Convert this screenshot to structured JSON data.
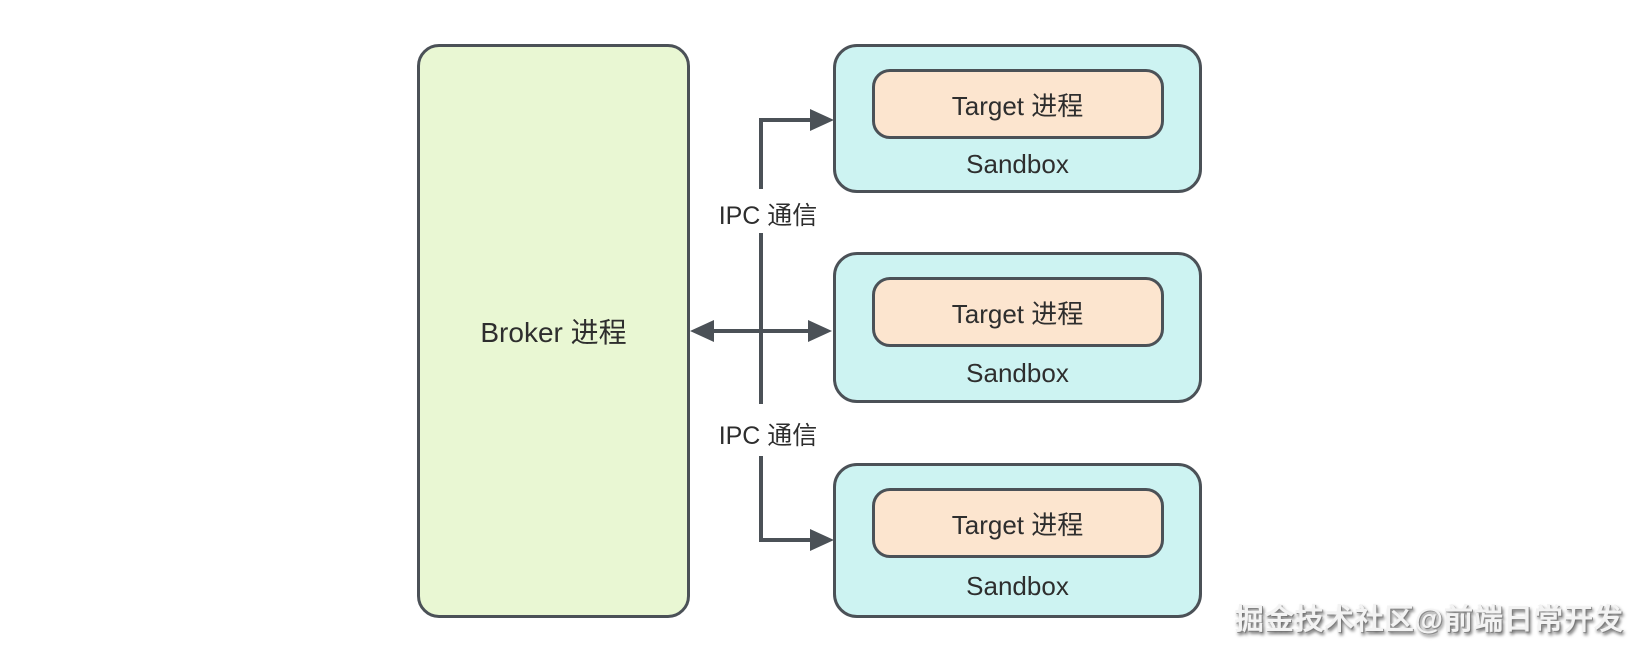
{
  "diagram": {
    "broker": {
      "label": "Broker 进程"
    },
    "sandboxes": [
      {
        "target_label": "Target 进程",
        "box_label": "Sandbox"
      },
      {
        "target_label": "Target 进程",
        "box_label": "Sandbox"
      },
      {
        "target_label": "Target 进程",
        "box_label": "Sandbox"
      }
    ],
    "ipc_labels": {
      "top": "IPC 通信",
      "bottom": "IPC 通信"
    },
    "arrows": [
      "broker-to-sandbox-1",
      "broker-bidirectional-sandbox-2",
      "broker-to-sandbox-3"
    ],
    "colors": {
      "border": "#4b5157",
      "arrow": "#4b5157",
      "broker_fill": "#e9f7d3",
      "sandbox_fill": "#cdf3f2",
      "target_fill": "#fce5cf",
      "text": "#2e2e2e"
    }
  },
  "watermark": {
    "text": "掘金技术社区@前端日常开发"
  }
}
